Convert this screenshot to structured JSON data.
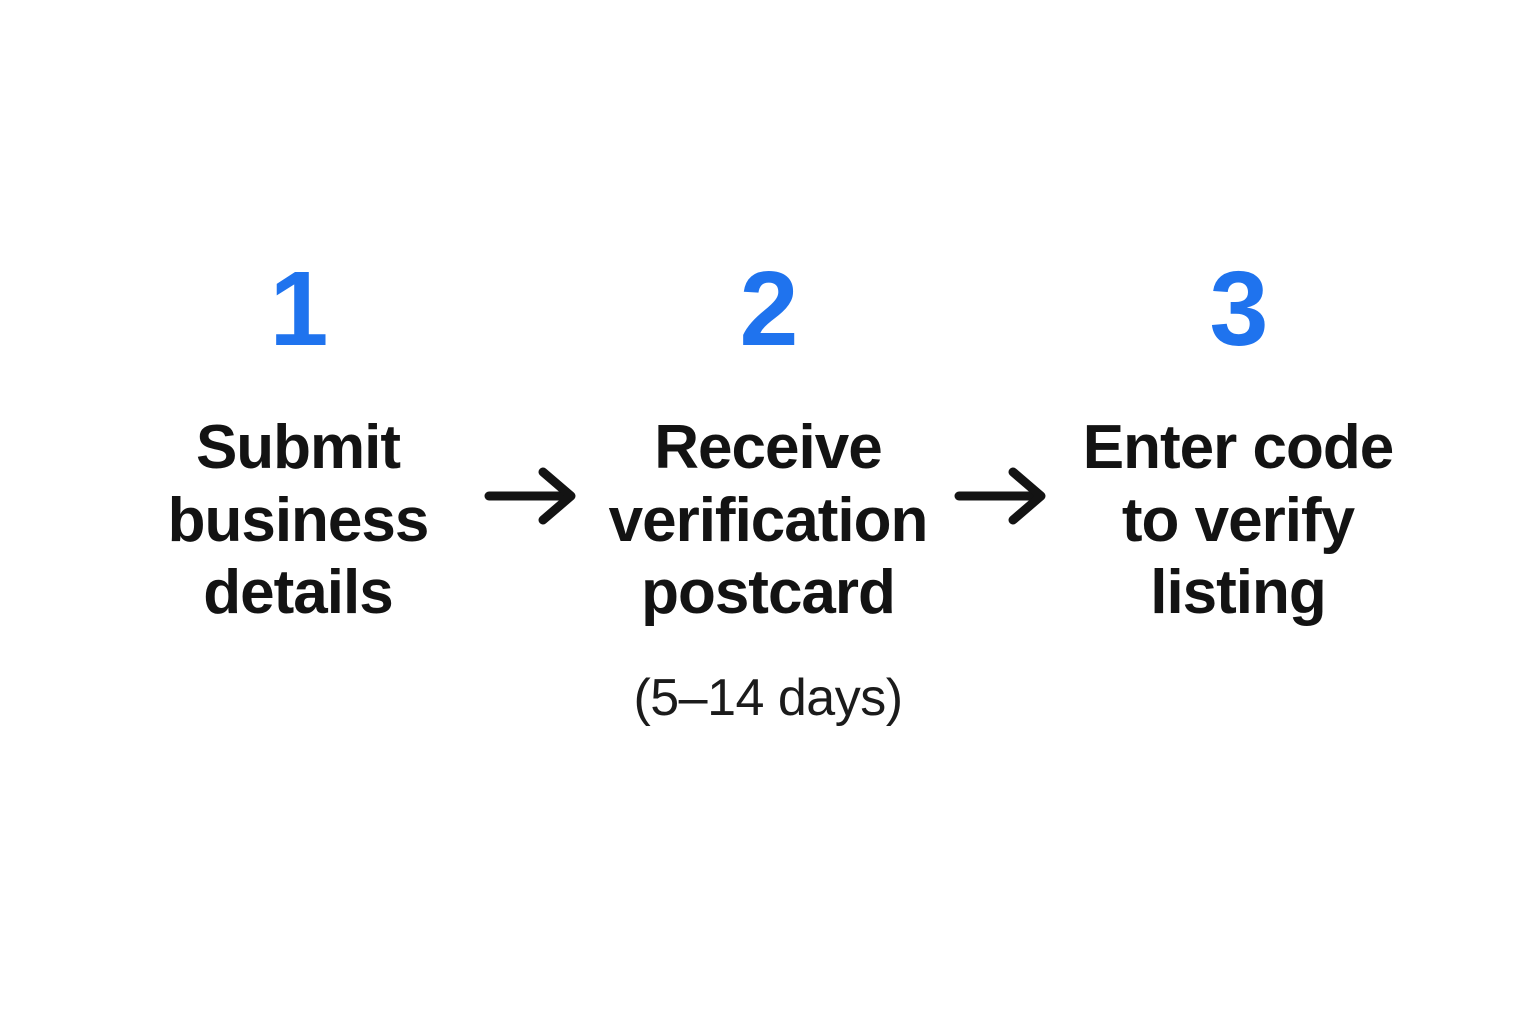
{
  "page": {
    "background": "#ffffff"
  },
  "colors": {
    "accent_blue": "#1f73ee",
    "text_dark": "#131313"
  },
  "icons": {
    "arrow_right": "→"
  },
  "flow": {
    "steps": [
      {
        "number": "1",
        "title": "Submit business details",
        "title_lines": [
          "Submit",
          "business",
          "details"
        ]
      },
      {
        "number": "2",
        "title": "Receive verification postcard",
        "title_lines": [
          "Receive",
          "verification",
          "postcard"
        ],
        "subtitle": "(5–14 days)"
      },
      {
        "number": "3",
        "title": "Enter code to verify listing",
        "title_lines": [
          "Enter code",
          "to verify",
          "listing"
        ]
      }
    ]
  }
}
